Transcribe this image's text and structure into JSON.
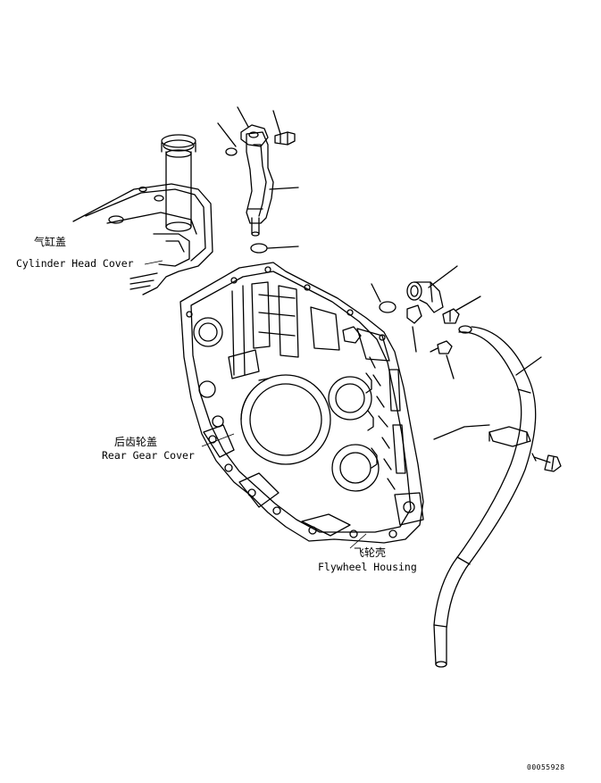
{
  "labels": {
    "cylinder_head_cover_zh": "气缸盖",
    "cylinder_head_cover_en": "Cylinder Head Cover",
    "rear_gear_cover_zh": "后齿轮盖",
    "rear_gear_cover_en": "Rear Gear Cover",
    "flywheel_housing_zh": "飞轮壳",
    "flywheel_housing_en": "Flywheel Housing"
  },
  "drawing_code": "00055928"
}
